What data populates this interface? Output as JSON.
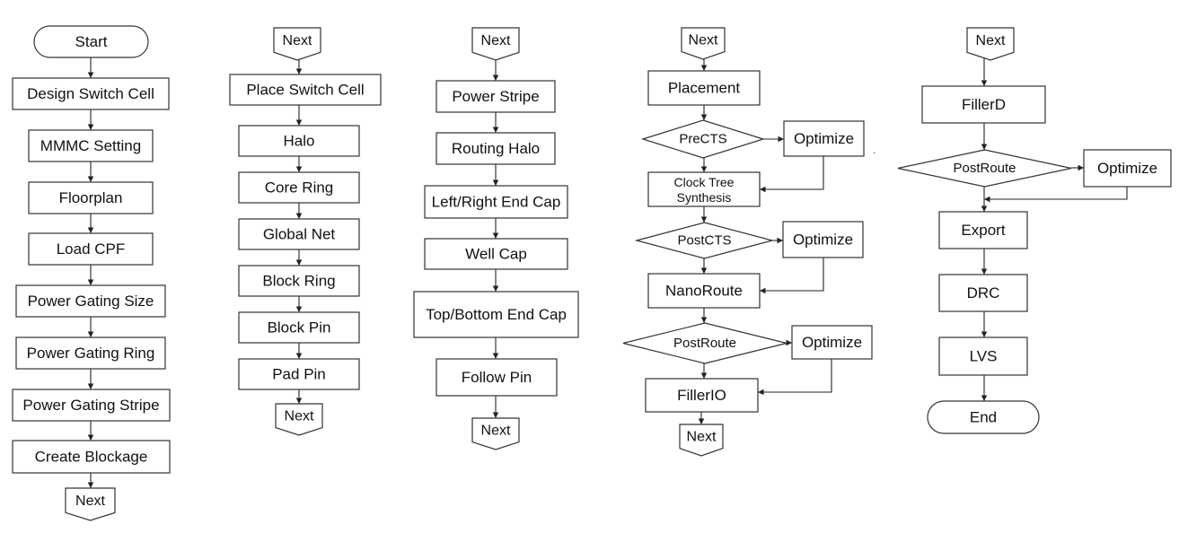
{
  "colors": {
    "stroke": "#333333",
    "fill": "#ffffff",
    "text": "#111111"
  },
  "columns": [
    {
      "id": "col1",
      "nodes": [
        {
          "id": "c1-start",
          "shape": "terminator",
          "label": "Start"
        },
        {
          "id": "c1-design-switch-cell",
          "shape": "process",
          "label": "Design Switch Cell"
        },
        {
          "id": "c1-mmmc-setting",
          "shape": "process",
          "label": "MMMC Setting"
        },
        {
          "id": "c1-floorplan",
          "shape": "process",
          "label": "Floorplan"
        },
        {
          "id": "c1-load-cpf",
          "shape": "process",
          "label": "Load CPF"
        },
        {
          "id": "c1-power-gating-size",
          "shape": "process",
          "label": "Power Gating Size"
        },
        {
          "id": "c1-power-gating-ring",
          "shape": "process",
          "label": "Power Gating Ring"
        },
        {
          "id": "c1-power-gating-stripe",
          "shape": "process",
          "label": "Power Gating Stripe"
        },
        {
          "id": "c1-create-blockage",
          "shape": "process",
          "label": "Create Blockage"
        },
        {
          "id": "c1-next-out",
          "shape": "offpage",
          "label": "Next"
        }
      ]
    },
    {
      "id": "col2",
      "nodes": [
        {
          "id": "c2-next-in",
          "shape": "offpage",
          "label": "Next"
        },
        {
          "id": "c2-place-switch-cell",
          "shape": "process",
          "label": "Place Switch Cell"
        },
        {
          "id": "c2-halo",
          "shape": "process",
          "label": "Halo"
        },
        {
          "id": "c2-core-ring",
          "shape": "process",
          "label": "Core Ring"
        },
        {
          "id": "c2-global-net",
          "shape": "process",
          "label": "Global Net"
        },
        {
          "id": "c2-block-ring",
          "shape": "process",
          "label": "Block Ring"
        },
        {
          "id": "c2-block-pin",
          "shape": "process",
          "label": "Block Pin"
        },
        {
          "id": "c2-pad-pin",
          "shape": "process",
          "label": "Pad Pin"
        },
        {
          "id": "c2-next-out",
          "shape": "offpage",
          "label": "Next"
        }
      ]
    },
    {
      "id": "col3",
      "nodes": [
        {
          "id": "c3-next-in",
          "shape": "offpage",
          "label": "Next"
        },
        {
          "id": "c3-power-stripe",
          "shape": "process",
          "label": "Power Stripe"
        },
        {
          "id": "c3-routing-halo",
          "shape": "process",
          "label": "Routing Halo"
        },
        {
          "id": "c3-left-right-end-cap",
          "shape": "process",
          "label": "Left/Right End Cap"
        },
        {
          "id": "c3-well-cap",
          "shape": "process",
          "label": "Well Cap"
        },
        {
          "id": "c3-top-bottom-end-cap",
          "shape": "process",
          "label": "Top/Bottom End Cap"
        },
        {
          "id": "c3-follow-pin",
          "shape": "process",
          "label": "Follow Pin"
        },
        {
          "id": "c3-next-out",
          "shape": "offpage",
          "label": "Next"
        }
      ]
    },
    {
      "id": "col4",
      "nodes": [
        {
          "id": "c4-next-in",
          "shape": "offpage",
          "label": "Next"
        },
        {
          "id": "c4-placement",
          "shape": "process",
          "label": "Placement"
        },
        {
          "id": "c4-prects",
          "shape": "decision",
          "label": "PreCTS"
        },
        {
          "id": "c4-optimize-1",
          "shape": "process",
          "label": "Optimize"
        },
        {
          "id": "c4-clock-tree-synthesis",
          "shape": "process",
          "label": "Clock Tree",
          "label2": "Synthesis"
        },
        {
          "id": "c4-postcts",
          "shape": "decision",
          "label": "PostCTS"
        },
        {
          "id": "c4-optimize-2",
          "shape": "process",
          "label": "Optimize"
        },
        {
          "id": "c4-nanoroute",
          "shape": "process",
          "label": "NanoRoute"
        },
        {
          "id": "c4-postroute",
          "shape": "decision",
          "label": "PostRoute"
        },
        {
          "id": "c4-optimize-3",
          "shape": "process",
          "label": "Optimize"
        },
        {
          "id": "c4-fillerio",
          "shape": "process",
          "label": "FillerIO"
        },
        {
          "id": "c4-next-out",
          "shape": "offpage",
          "label": "Next"
        }
      ]
    },
    {
      "id": "col5",
      "nodes": [
        {
          "id": "c5-next-in",
          "shape": "offpage",
          "label": "Next"
        },
        {
          "id": "c5-fillerd",
          "shape": "process",
          "label": "FillerD"
        },
        {
          "id": "c5-postroute",
          "shape": "decision",
          "label": "PostRoute"
        },
        {
          "id": "c5-optimize",
          "shape": "process",
          "label": "Optimize"
        },
        {
          "id": "c5-export",
          "shape": "process",
          "label": "Export"
        },
        {
          "id": "c5-drc",
          "shape": "process",
          "label": "DRC"
        },
        {
          "id": "c5-lvs",
          "shape": "process",
          "label": "LVS"
        },
        {
          "id": "c5-end",
          "shape": "terminator",
          "label": "End"
        }
      ]
    }
  ]
}
